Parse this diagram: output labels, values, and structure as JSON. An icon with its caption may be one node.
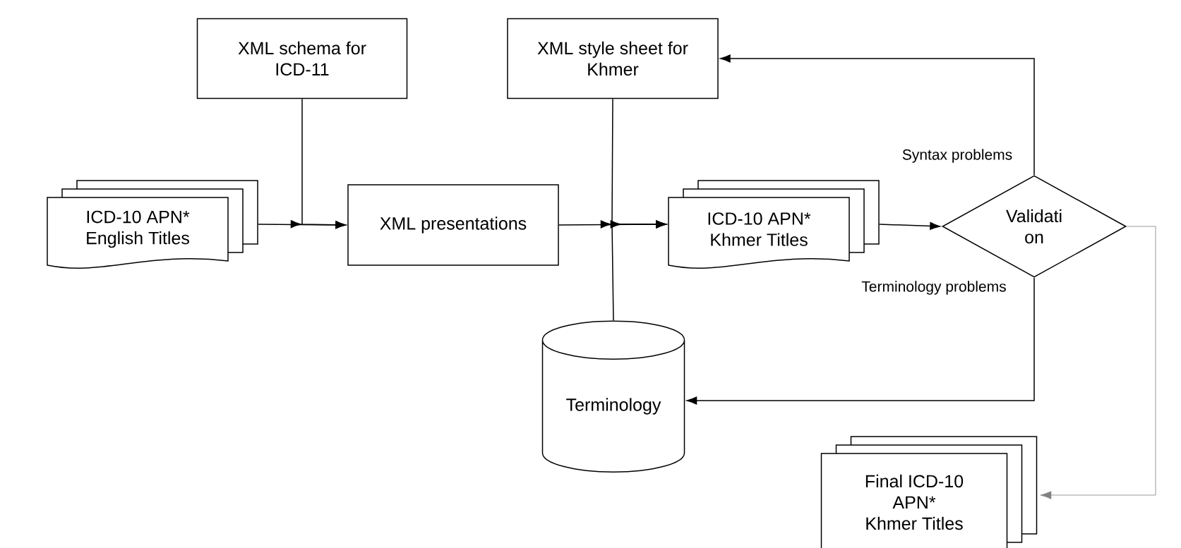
{
  "diagram": {
    "nodes": [
      {
        "text": [
          "XML schema for ICD-11"
        ]
      },
      {
        "text": [
          "XML style sheet for Khmer"
        ]
      },
      {
        "text": [
          "ICD-10 APN* English Titles"
        ]
      },
      {
        "text": [
          "XML presentations"
        ]
      },
      {
        "text": [
          "ICD-10 APN* Khmer Titles"
        ]
      },
      {
        "text": [
          "Validati on"
        ]
      },
      {
        "text": [
          "Terminology"
        ]
      },
      {
        "text": [
          "Final ICD-10 APN* Khmer Titles"
        ]
      }
    ],
    "edges": [
      {
        "from": 2,
        "to": 3,
        "arrow": "to"
      },
      {
        "from": 0,
        "to": 3,
        "arrow": "to"
      },
      {
        "from": 3,
        "to": 4,
        "arrow": "to"
      },
      {
        "from": 1,
        "to": 4,
        "arrow": "to"
      },
      {
        "from": 6,
        "to": 4,
        "arrow": "to"
      },
      {
        "from": 4,
        "to": 5,
        "arrow": "to"
      },
      {
        "from": 5,
        "to": 1,
        "arrow": "to",
        "label": "Syntax problems"
      },
      {
        "from": 5,
        "to": 6,
        "arrow": "to",
        "label": "Terminology problems"
      },
      {
        "from": 5,
        "to": 7,
        "arrow": "to",
        "color": "#808080"
      }
    ]
  }
}
